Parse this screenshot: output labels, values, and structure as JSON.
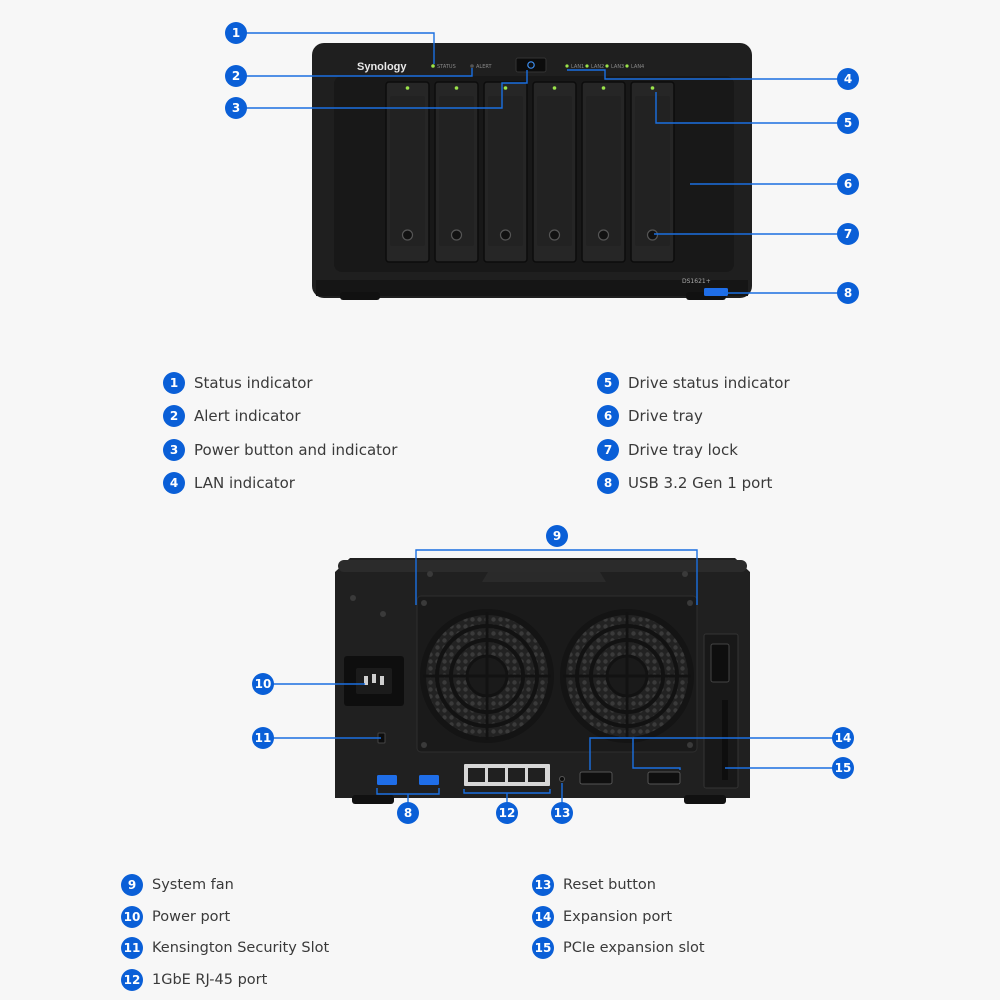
{
  "front": {
    "brand": "Synology",
    "model_label": "DS1621+",
    "status_text": "STATUS",
    "alert_text": "ALERT",
    "lan_labels": [
      "LAN1",
      "LAN2",
      "LAN3",
      "LAN4"
    ]
  },
  "front_callouts": [
    "1",
    "2",
    "3",
    "4",
    "5",
    "6",
    "7",
    "8"
  ],
  "rear_callouts": [
    "9",
    "10",
    "11",
    "8",
    "12",
    "13",
    "14",
    "15"
  ],
  "front_legend": [
    {
      "num": "1",
      "label": "Status indicator"
    },
    {
      "num": "2",
      "label": "Alert indicator"
    },
    {
      "num": "3",
      "label": "Power button and indicator"
    },
    {
      "num": "4",
      "label": "LAN indicator"
    },
    {
      "num": "5",
      "label": "Drive status indicator"
    },
    {
      "num": "6",
      "label": "Drive tray"
    },
    {
      "num": "7",
      "label": "Drive tray lock"
    },
    {
      "num": "8",
      "label": "USB 3.2 Gen 1 port"
    }
  ],
  "rear_legend": [
    {
      "num": "9",
      "label": "System fan"
    },
    {
      "num": "10",
      "label": "Power port"
    },
    {
      "num": "11",
      "label": "Kensington Security Slot"
    },
    {
      "num": "12",
      "label": "1GbE RJ-45 port"
    },
    {
      "num": "13",
      "label": "Reset button"
    },
    {
      "num": "14",
      "label": "Expansion port"
    },
    {
      "num": "15",
      "label": "PCIe expansion slot"
    }
  ],
  "colors": {
    "accent": "#0a5fd7",
    "device": "#1e1e1e",
    "background": "#f7f7f7",
    "led_green": "#9be34a"
  }
}
